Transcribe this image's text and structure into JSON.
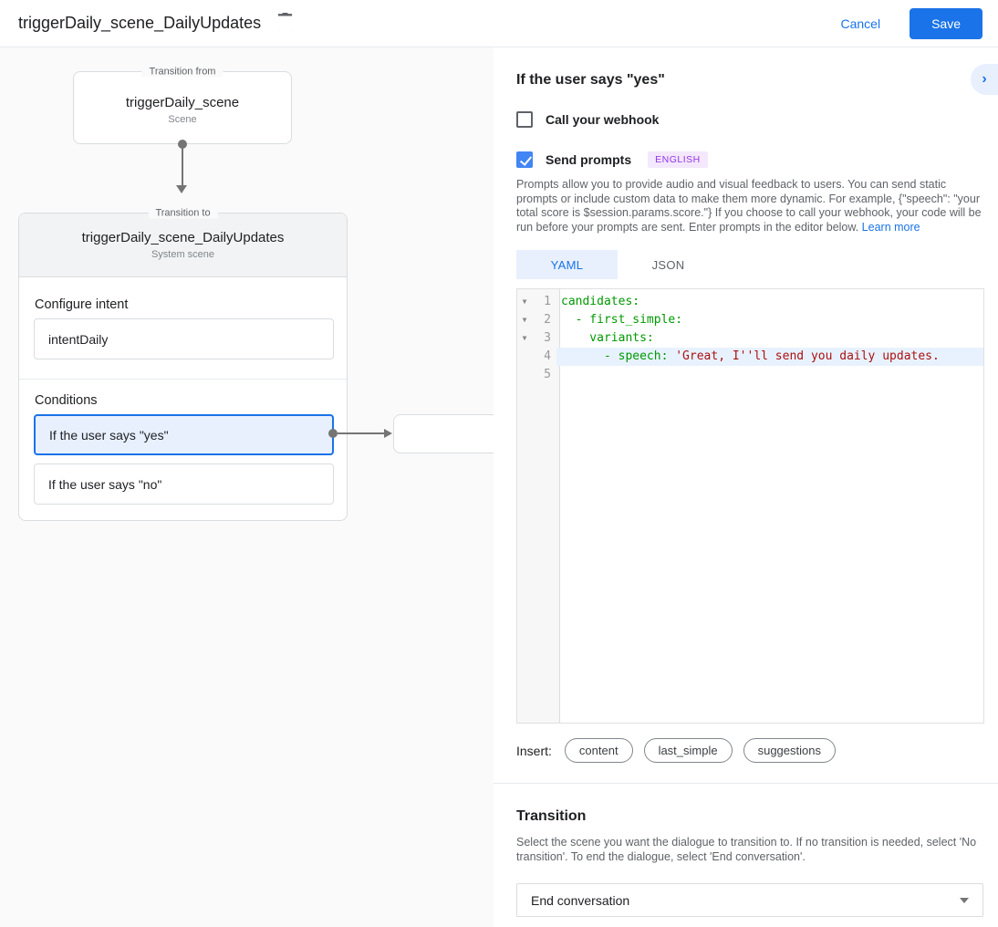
{
  "header": {
    "title": "triggerDaily_scene_DailyUpdates",
    "cancel_label": "Cancel",
    "save_label": "Save"
  },
  "diagram": {
    "from_box": {
      "legend": "Transition from",
      "title": "triggerDaily_scene",
      "subtitle": "Scene"
    },
    "to_box": {
      "legend": "Transition to",
      "title": "triggerDaily_scene_DailyUpdates",
      "subtitle": "System scene",
      "configure_intent_label": "Configure intent",
      "intent_value": "intentDaily",
      "conditions_label": "Conditions",
      "conditions": [
        {
          "label": "If the user says \"yes\"",
          "selected": true
        },
        {
          "label": "If the user says \"no\"",
          "selected": false
        }
      ]
    }
  },
  "panel": {
    "title": "If the user says \"yes\"",
    "collapse_icon": "›",
    "webhook": {
      "label": "Call your webhook",
      "checked": false
    },
    "send_prompts": {
      "label": "Send prompts",
      "badge": "ENGLISH",
      "checked": true
    },
    "description": "Prompts allow you to provide audio and visual feedback to users. You can send static prompts or include custom data to make them more dynamic. For example, {\"speech\": \"your total score is $session.params.score.\"} If you choose to call your webhook, your code will be run before your prompts are sent. Enter prompts in the editor below. ",
    "learn_more_label": "Learn more",
    "tabs": [
      {
        "label": "YAML",
        "active": true
      },
      {
        "label": "JSON",
        "active": false
      }
    ],
    "editor": {
      "lines": [
        {
          "number": "1",
          "fold": "▼",
          "code_key": "candidates:",
          "code_string": ""
        },
        {
          "number": "2",
          "fold": "▼",
          "code_key": "  - first_simple:",
          "code_string": ""
        },
        {
          "number": "3",
          "fold": "▼",
          "code_key": "    variants:",
          "code_string": ""
        },
        {
          "number": "4",
          "fold": "",
          "code_key": "      - speech: ",
          "code_string": "'Great, I''ll send you daily updates."
        },
        {
          "number": "5",
          "fold": "",
          "code_key": "",
          "code_string": ""
        }
      ],
      "syntax_colors": {
        "key": "#009900",
        "string": "#aa1111",
        "active_line_bg": "#e8f2fe"
      }
    },
    "insert": {
      "label": "Insert:",
      "chips": [
        "content",
        "last_simple",
        "suggestions"
      ]
    },
    "transition": {
      "title": "Transition",
      "description": "Select the scene you want the dialogue to transition to. If no transition is needed, select 'No transition'. To end the dialogue, select 'End conversation'.",
      "selected_value": "End conversation"
    }
  },
  "colors": {
    "accent_blue": "#1a73e8",
    "checkbox_blue": "#4285f4",
    "selected_condition_bg": "#e8f0fe",
    "badge_purple": "#9334e6",
    "badge_bg": "#f4e8fd",
    "left_panel_bg": "#fafafa"
  }
}
